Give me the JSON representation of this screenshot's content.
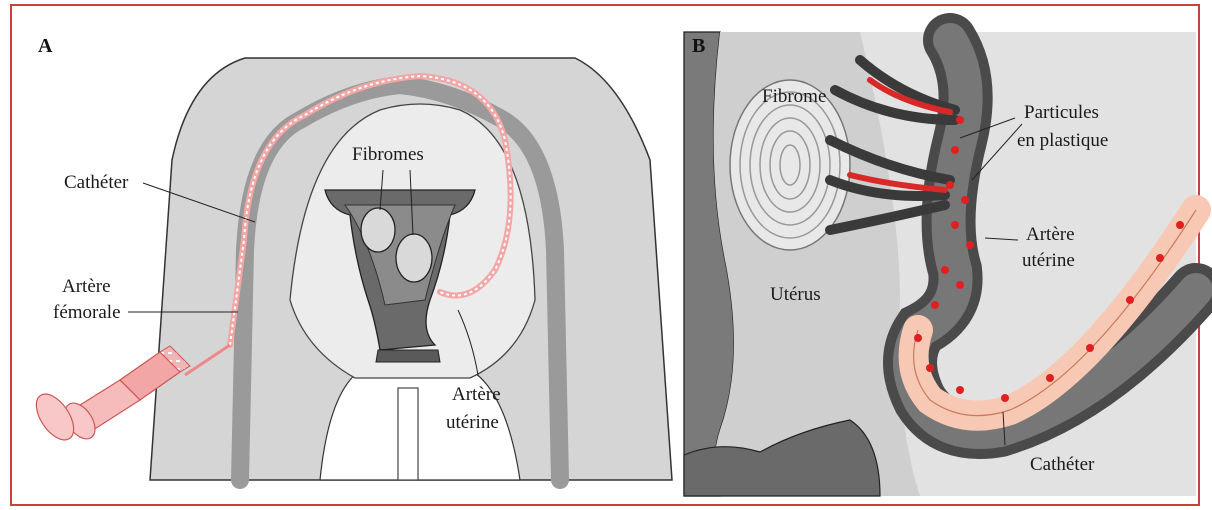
{
  "panels": {
    "a": {
      "letter": "A",
      "labels": {
        "catheter": "Cathéter",
        "femoral_line1": "Artère",
        "femoral_line2": "fémorale",
        "fibroids": "Fibromes",
        "uterine_line1": "Artère",
        "uterine_line2": "utérine"
      }
    },
    "b": {
      "letter": "B",
      "labels": {
        "fibroid": "Fibrome",
        "particles_line1": "Particules",
        "particles_line2": "en plastique",
        "uterine_line1": "Artère",
        "uterine_line2": "utérine",
        "uterus": "Utérus",
        "catheter": "Cathéter"
      }
    }
  },
  "colors": {
    "frame": "#c8423b",
    "tissue_light": "#d7d7d7",
    "tissue_mid": "#a8a8a8",
    "vessel_dark": "#4a4a4a",
    "catheter_pink": "#f2a6a6",
    "catheter_fill": "#f7c9b5",
    "particle_red": "#e02020"
  }
}
